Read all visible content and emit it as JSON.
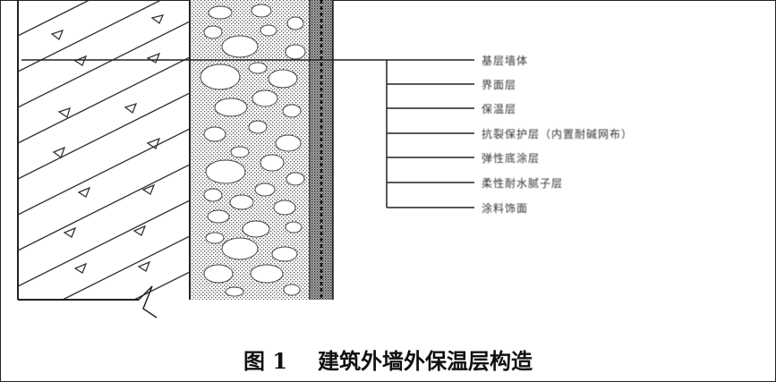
{
  "layers": [
    "基层墙体",
    "界面层",
    "保温层",
    "抗裂保护层（内置耐碱网布）",
    "弹性底涂层",
    "柔性耐水腻子层",
    "涂料饰面"
  ],
  "caption": {
    "figure_number": "图 1",
    "title": "建筑外墙外保温层构造"
  },
  "colors": {
    "line": "#222222",
    "stipple": "#555555",
    "background": "#ffffff"
  }
}
